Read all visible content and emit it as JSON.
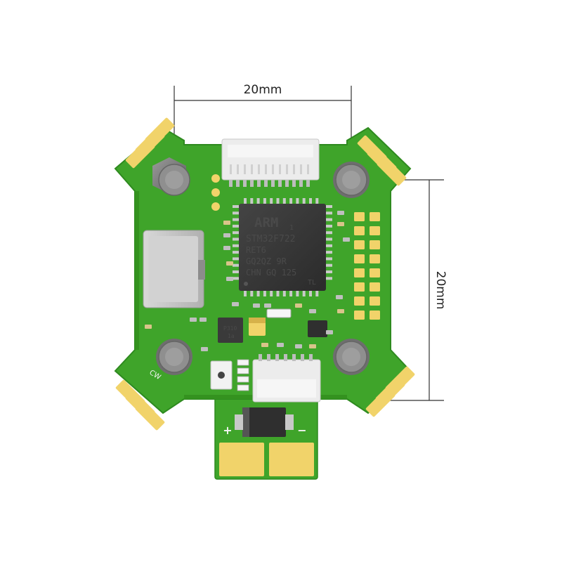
{
  "dimensions": {
    "horizontal_label": "20mm",
    "vertical_label": "20mm"
  },
  "mcu": {
    "brand": "ARM",
    "brand_sub": "1",
    "line1": "STM32F722",
    "line2": "RET6",
    "line3": "GQ2QZ 9R",
    "line4": "CHN GQ 125",
    "line5": "TL"
  },
  "small_ic": {
    "line1": "P310",
    "line2": "1a"
  },
  "power": {
    "plus_label": "+",
    "minus_label": "−"
  },
  "silkscreen": {
    "corner_label": "CW"
  },
  "colors": {
    "pcb_green": "#3fa42a",
    "pcb_edge": "#2e8a1f",
    "gold_pad": "#f1d36a",
    "chip_body": "#3a3a3a",
    "screw_grey": "#7c7c7c",
    "usb_silver": "#c9c9c9",
    "connector_white": "#ececec",
    "dimension_line": "#333333"
  }
}
